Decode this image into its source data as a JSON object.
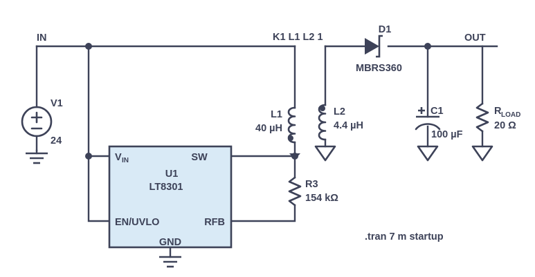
{
  "schematic": {
    "title_nodes": {
      "input_node_label": "IN",
      "output_node_label": "OUT"
    },
    "directives": [
      {
        "name": "coupling",
        "text": "K1 L1 L2 1"
      },
      {
        "name": "transient-analysis",
        "text": ".tran 7 m startup"
      }
    ],
    "components": {
      "v1": {
        "designator": "V1",
        "value": "24",
        "symbol": "voltage-source",
        "plus": "+",
        "minus": "–"
      },
      "u1": {
        "designator": "U1",
        "part": "LT8301",
        "fill_color": "#d9eaf6",
        "border_color": "#3d4258",
        "pins": {
          "vin_main": "V",
          "vin_sub": "IN",
          "sw": "SW",
          "en_uvlo": "EN/UVLO",
          "rfb": "RFB",
          "gnd": "GND"
        }
      },
      "l1": {
        "designator": "L1",
        "value": "40 µH",
        "symbol": "inductor",
        "dot_position": "bottom"
      },
      "l2": {
        "designator": "L2",
        "value": "4.4 µH",
        "symbol": "inductor",
        "dot_position": "top"
      },
      "d1": {
        "designator": "D1",
        "part": "MBRS360",
        "symbol": "schottky-diode"
      },
      "c1": {
        "designator": "C1",
        "value": "100 µF",
        "symbol": "polarized-capacitor",
        "polarity_marker": "+"
      },
      "r3": {
        "designator": "R3",
        "value": "154 kΩ",
        "symbol": "resistor"
      },
      "rload": {
        "designator_main": "R",
        "designator_sub": "LOAD",
        "value": "20 Ω",
        "symbol": "resistor"
      }
    },
    "colors": {
      "line": "#3d4258",
      "ic_fill": "#d9eaf6",
      "background": "#ffffff"
    }
  }
}
